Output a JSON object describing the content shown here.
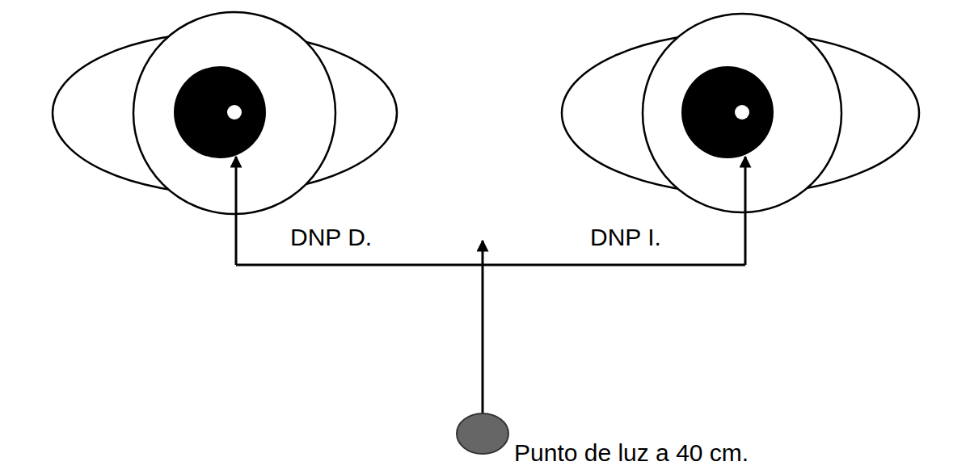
{
  "diagram": {
    "labels": [
      "DNP D.",
      "DNP I.",
      "Punto de luz a 40 cm."
    ]
  }
}
